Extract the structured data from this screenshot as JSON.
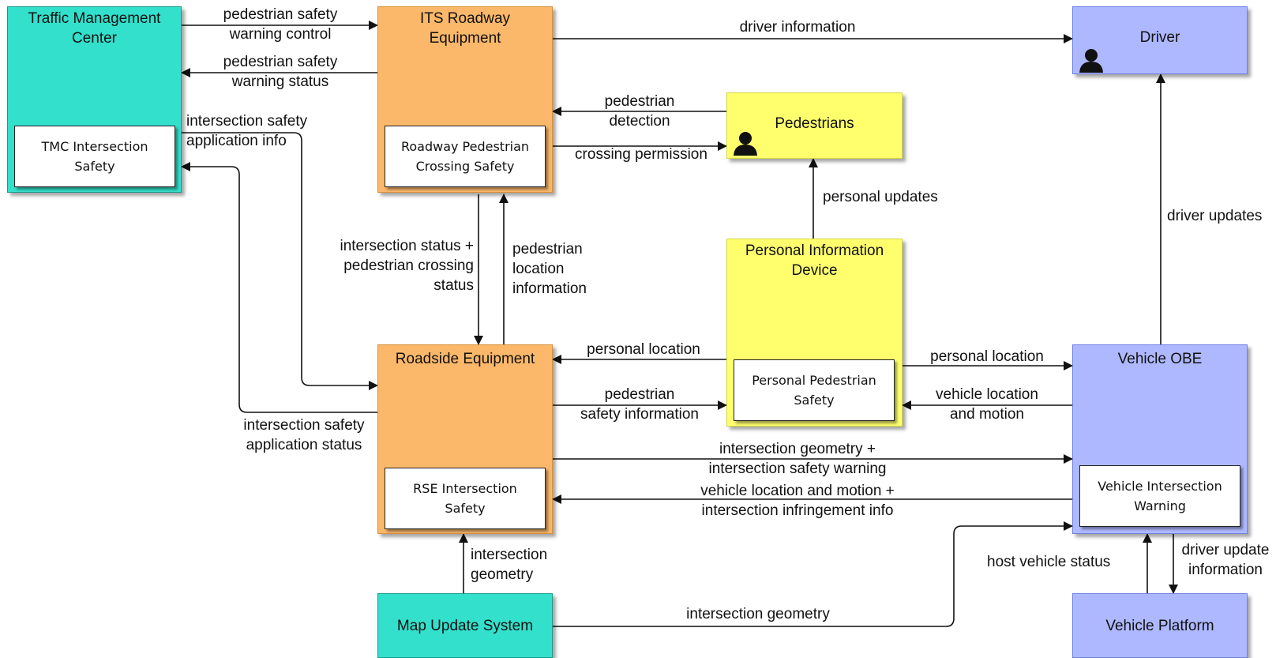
{
  "colors": {
    "center": "#33e0cc",
    "field": "#fbb86a",
    "personal": "#ffff6e",
    "vehicle": "#aeb8ff",
    "line": "#111111"
  },
  "icons": [
    "person-icon"
  ],
  "boxes": {
    "tmc": {
      "title": "Traffic Management\nCenter",
      "sub": "TMC Intersection\nSafety"
    },
    "its": {
      "title": "ITS Roadway\nEquipment",
      "sub": "Roadway Pedestrian\nCrossing Safety"
    },
    "driver": {
      "title": "Driver"
    },
    "pedestrians": {
      "title": "Pedestrians"
    },
    "pid": {
      "title": "Personal Information\nDevice",
      "sub": "Personal Pedestrian\nSafety"
    },
    "rse": {
      "title": "Roadside Equipment",
      "sub": "RSE Intersection\nSafety"
    },
    "obe": {
      "title": "Vehicle OBE",
      "sub": "Vehicle Intersection\nWarning"
    },
    "map": {
      "title": "Map Update System"
    },
    "platform": {
      "title": "Vehicle Platform"
    }
  },
  "flows": {
    "ped_warning_control": "pedestrian safety\nwarning control",
    "ped_warning_status": "pedestrian safety\nwarning status",
    "driver_information": "driver information",
    "ped_detection": "pedestrian\ndetection",
    "crossing_permission": "crossing permission",
    "intersection_app_info": "intersection safety\napplication info",
    "personal_updates": "personal updates",
    "driver_updates": "driver updates",
    "intersection_status": "intersection status +\npedestrian crossing\nstatus",
    "ped_location_info": "pedestrian\nlocation\ninformation",
    "personal_location_rse": "personal location",
    "personal_location_obe": "personal location",
    "ped_safety_info": "pedestrian\nsafety information",
    "vehicle_loc_motion": "vehicle location\nand motion",
    "intersection_app_status": "intersection safety\napplication status",
    "geom_warning": "intersection geometry +\nintersection safety warning",
    "vehicle_loc_infringement": "vehicle location and motion +\nintersection infringement info",
    "intersection_geometry_up": "intersection\ngeometry",
    "host_vehicle_status": "host vehicle status",
    "driver_update_info": "driver update\ninformation",
    "intersection_geometry_obe": "intersection geometry"
  }
}
